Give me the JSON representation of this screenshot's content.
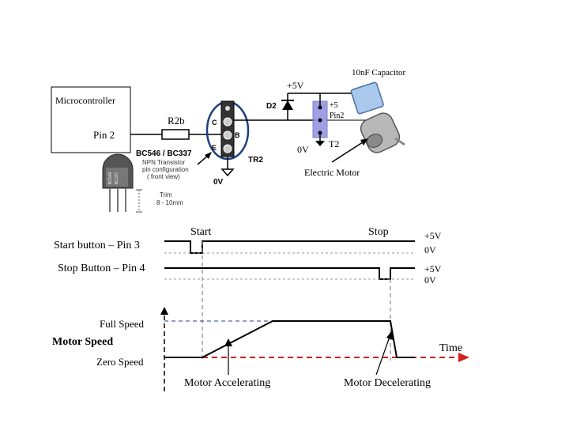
{
  "circuit": {
    "microcontroller_label": "Microcontroller",
    "pin_label": "Pin 2",
    "resistor_label": "R2b",
    "transistor_title": "BC546 / BC337",
    "transistor_desc1": "NPN Transistor",
    "transistor_desc2": "pin configuration",
    "transistor_desc3": "( front view)",
    "pkg_text1": "BC546",
    "pkg_text2": "BC337",
    "trim_label": "Trim",
    "trim_value": "8 - 10mm",
    "pin_c": "C",
    "pin_b": "B",
    "pin_e": "E",
    "tr_label": "TR2",
    "ground_0v_transistor": "0V",
    "supply_label": "+5V",
    "diode_label": "D2",
    "terminal_plus5": "+5",
    "terminal_pin2": "Pin2",
    "terminal_t2": "T2",
    "ground_0v_motor": "0V",
    "capacitor_label": "10nF Capacitor",
    "motor_label": "Electric Motor"
  },
  "timing": {
    "start_marker": "Start",
    "stop_marker": "Stop",
    "start_button_label": "Start button – Pin 3",
    "stop_button_label": "Stop Button – Pin 4",
    "level_high_1": "+5V",
    "level_low_1": "0V",
    "level_high_2": "+5V",
    "level_low_2": "0V",
    "full_speed_label": "Full Speed",
    "motor_speed_label": "Motor Speed",
    "zero_speed_label": "Zero Speed",
    "time_label": "Time",
    "accel_label": "Motor Accelerating",
    "decel_label": "Motor Decelerating"
  },
  "colors": {
    "wire": "#000000",
    "highlight_circle": "#1f3f7f",
    "terminal_block": "#8f8fe0",
    "time_axis": "#d02020",
    "guide_dash": "#888888"
  }
}
